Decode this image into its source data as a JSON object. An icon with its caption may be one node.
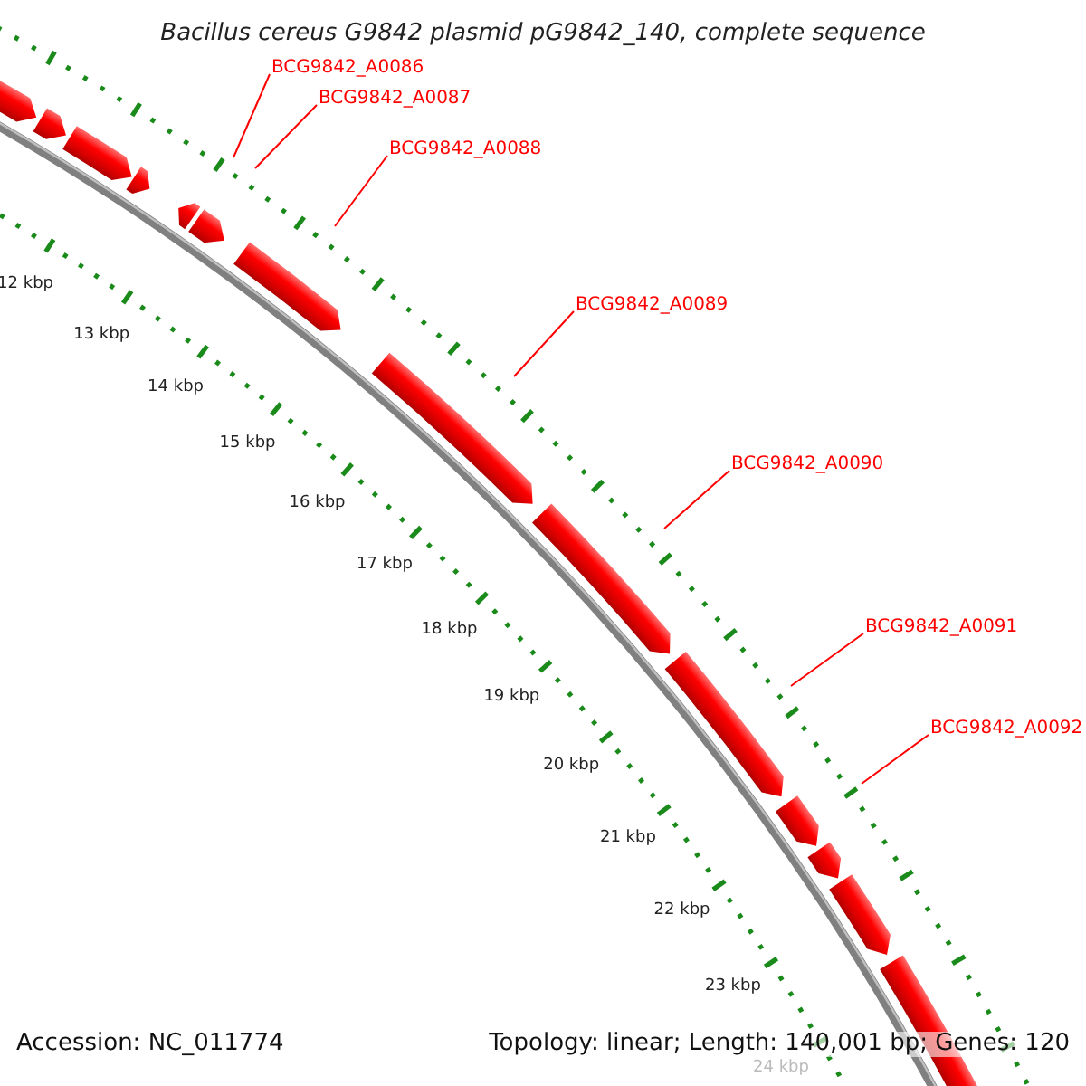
{
  "diagram": {
    "title": "Bacillus cereus G9842 plasmid pG9842_140, complete sequence",
    "nodes": [
      {
        "text": [
          "BCG9842_A0086"
        ]
      },
      {
        "text": [
          "BCG9842_A0087"
        ]
      },
      {
        "text": [
          "BCG9842_A0088"
        ]
      },
      {
        "text": [
          "BCG9842_A0089"
        ]
      },
      {
        "text": [
          "BCG9842_A0090"
        ]
      },
      {
        "text": [
          "BCG9842_A0091"
        ]
      },
      {
        "text": [
          "BCG9842_A0092"
        ]
      }
    ],
    "edges": [
      {
        "from": 0,
        "to": null,
        "arrow": "none",
        "color": "#ff0000"
      },
      {
        "from": 1,
        "to": null,
        "arrow": "none",
        "color": "#ff0000"
      },
      {
        "from": 2,
        "to": null,
        "arrow": "none",
        "color": "#ff0000"
      },
      {
        "from": 3,
        "to": null,
        "arrow": "none",
        "color": "#ff0000"
      },
      {
        "from": 4,
        "to": null,
        "arrow": "none",
        "color": "#ff0000"
      },
      {
        "from": 5,
        "to": null,
        "arrow": "none",
        "color": "#ff0000"
      },
      {
        "from": 6,
        "to": null,
        "arrow": "none",
        "color": "#ff0000"
      }
    ],
    "labels": [
      "12 kbp",
      "13 kbp",
      "14 kbp",
      "15 kbp",
      "16 kbp",
      "17 kbp",
      "18 kbp",
      "19 kbp",
      "20 kbp",
      "21 kbp",
      "22 kbp",
      "23 kbp",
      "24 kbp",
      "Accession: NC_011774",
      "Topology: linear; Length: 140,001 bp; Genes: 120"
    ]
  }
}
